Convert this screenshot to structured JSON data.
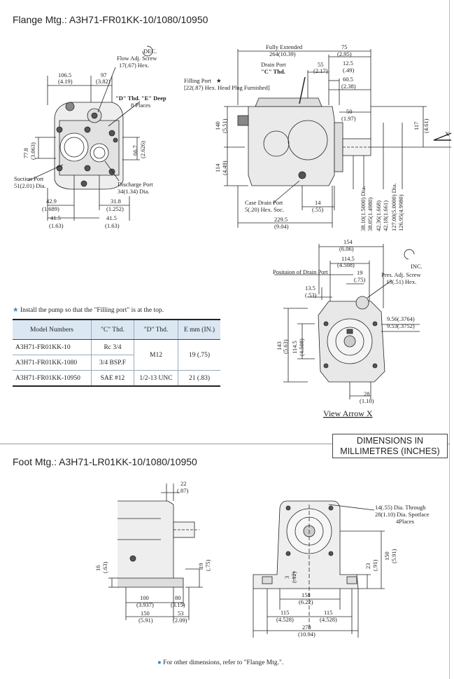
{
  "flange": {
    "title": "Flange Mtg.: A3H71-FR01KK-10/1080/10950",
    "front": {
      "dec": "DEC.",
      "flow_adj_1": "Flow Adj. Screw",
      "flow_adj_2": "17(.67) Hex.",
      "d106": "106.5",
      "d106i": "(4.19)",
      "d97": "97",
      "d97i": "(3.82)",
      "deep_1": "\"D\" Thd. \"E\" Deep",
      "deep_2": "8 Places",
      "d77": "77.8",
      "d77i": "(3.063)",
      "d66": "66.7",
      "d66i": "(2.626)",
      "suction_1": "Suction Port",
      "suction_2": "51(2.01) Dia.",
      "discharge_1": "Discharge Port",
      "discharge_2": "34(1.34) Dia.",
      "d42": "42.9",
      "d42i": "(1.689)",
      "d31": "31.8",
      "d31i": "(1.252)",
      "d41a": "41.5",
      "d41ai": "(1.63)",
      "d41b": "41.5",
      "d41bi": "(1.63)"
    },
    "side": {
      "fully_1": "Fully Extended",
      "fully_2": "264(10.39)",
      "d75": "75",
      "d75i": "(2.95)",
      "drain_1": "Drain Port",
      "drain_2": "\"C\" Thd.",
      "d55": "55",
      "d55i": "(2.17)",
      "d12": "12.5",
      "d12i": "(.49)",
      "d60": "60.5",
      "d60i": "(2.38)",
      "filling_1": "Filling Port",
      "filling_2": "[22(.87) Hex. Head Plug Furnished]",
      "d50": "50",
      "d50i": "(1.97)",
      "d140": "140",
      "d140i": "(5.51)",
      "d117": "117",
      "d117i": "(4.61)",
      "d114": "114",
      "d114i": "(4.49)",
      "x": "X",
      "case_1": "Case Drain Port",
      "case_2": "5(.20) Hex. Soc.",
      "d14": "14",
      "d14i": "(.55)",
      "d229": "229.5",
      "d229i": "(9.04)",
      "dia1": "38.10(1.5000) Dia.",
      "dia2": "38.05(1.4980)",
      "dia3": "42.36(1.668)",
      "dia4": "42.18(1.661)",
      "dia5": "127.00(5.0000) Dia.",
      "dia6": "126.95(4.9980)"
    },
    "viewx": {
      "d154": "154",
      "d154i": "(6.06)",
      "d114": "114.5",
      "d114i": "(4.508)",
      "inc": "INC.",
      "pos_drain": "Positaion of Drain Port",
      "d19": "19",
      "d19i": "(.75)",
      "pres_1": "Pres. Adj. Screw",
      "pres_2": "13(.51) Hex.",
      "d13": "13.5",
      "d13i": "(.53)",
      "key1": "9.56(.3764)",
      "key2": "9.53(.3752)",
      "d143": "143",
      "d143i": "(5.63)",
      "d114v": "114.5",
      "d114vi": "(4.508)",
      "d28": "28",
      "d28i": "(1.10)",
      "caption": "View Arrow X"
    },
    "note": "Install the pump so that the \"Filling port\" is at the top.",
    "table": {
      "headers": [
        "Model Numbers",
        "\"C\" Thd.",
        "\"D\" Thd.",
        "E mm (IN.)"
      ],
      "rows": [
        [
          "A3H71-FR01KK-10",
          "Rc 3/4",
          "M12",
          "19 (.75)"
        ],
        [
          "A3H71-FR01KK-1080",
          "3/4 BSP.F"
        ],
        [
          "A3H71-FR01KK-10950",
          "SAE #12",
          "1/2-13 UNC",
          "21 (.83)"
        ]
      ]
    }
  },
  "dimensions_box": {
    "line1": "DIMENSIONS IN",
    "line2": "MILLIMETRES (INCHES)"
  },
  "foot": {
    "title": "Foot Mtg.: A3H71-LR01KK-10/1080/10950",
    "side": {
      "d22": "22",
      "d22i": "(.87)",
      "d16": "16",
      "d16i": "(.63)",
      "d19": "19",
      "d19i": "(.75)",
      "d100": "100",
      "d100i": "(3.937)",
      "d80": "80",
      "d80i": "(3.15)",
      "d150": "150",
      "d150i": "(5.91)",
      "d53": "53",
      "d53i": "(2.09)"
    },
    "front": {
      "hole_1": "14(.55) Dia. Through",
      "hole_2": "28(1.10) Dia. Spotface",
      "hole_3": "4Places",
      "d3": "3",
      "d3i": "(.12)",
      "d23": "23",
      "d23i": "(.91)",
      "d150": "150",
      "d150i": "(5.91)",
      "d158": "158",
      "d158i": "(6.22)",
      "d115a": "115",
      "d115ai": "(4.528)",
      "d115b": "115",
      "d115bi": "(4.528)",
      "d278": "278",
      "d278i": "(10.94)"
    },
    "note": "For other dimensions, refer to \"Flange Mtg.\"."
  }
}
